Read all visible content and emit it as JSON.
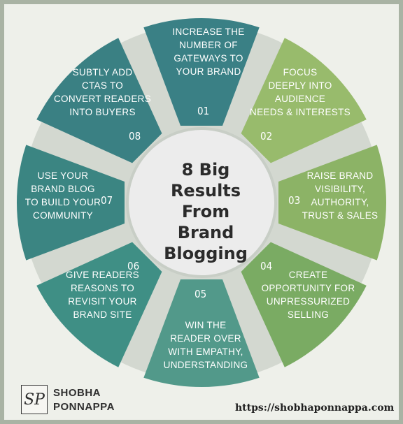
{
  "title": [
    "8 Big",
    "Results From",
    "Brand",
    "Blogging"
  ],
  "colors": {
    "background": "#eef0ea",
    "teal_dark": "#3a7f82",
    "teal": "#3f8f85",
    "green_light": "#94b86b",
    "green": "#86ad62",
    "separator": "#d3d8d0",
    "center": "#ececec"
  },
  "segments": [
    {
      "number": "01",
      "lines": [
        "Increase the",
        "number of",
        "gateways to",
        "your brand"
      ],
      "color": "#3a8085"
    },
    {
      "number": "02",
      "lines": [
        "Focus",
        "deeply into",
        "audience",
        "needs & interests"
      ],
      "color": "#98bb6c"
    },
    {
      "number": "03",
      "lines": [
        "Raise brand",
        "visibility,",
        "authority,",
        "trust & sales"
      ],
      "color": "#8cb366"
    },
    {
      "number": "04",
      "lines": [
        "Create",
        "opportunity for",
        "unpressurized",
        "selling"
      ],
      "color": "#7aab63"
    },
    {
      "number": "05",
      "lines": [
        "Win the",
        "reader over",
        "with empathy,",
        "understanding"
      ],
      "color": "#52998a"
    },
    {
      "number": "06",
      "lines": [
        "Give readers",
        "reasons to",
        "revisit your",
        "brand site"
      ],
      "color": "#3f8f85"
    },
    {
      "number": "07",
      "lines": [
        "Use your",
        "brand blog",
        "to build your",
        "community"
      ],
      "color": "#3b8582"
    },
    {
      "number": "08",
      "lines": [
        "Subtly add",
        "CTAs to",
        "convert readers",
        "into buyers"
      ],
      "color": "#3a8083"
    }
  ],
  "footer": {
    "logo_text": "SP",
    "brand_line1": "SHOBHA",
    "brand_line2": "PONNAPPA",
    "url": "https://shobhaponnappa.com"
  }
}
